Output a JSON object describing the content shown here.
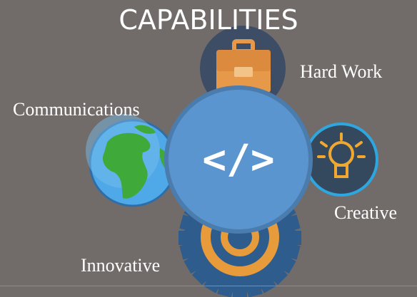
{
  "title": "CAPABILITIES",
  "labels": {
    "hard_work": "Hard Work",
    "communications": "Communications",
    "creative": "Creative",
    "innovative": "Innovative"
  },
  "center_symbol": "</>",
  "icons": {
    "hard_work": "briefcase-icon",
    "communications": "globe-icon",
    "creative": "lightbulb-icon",
    "innovative": "gear-icon",
    "center": "code-icon"
  },
  "colors": {
    "background": "#716c6a",
    "center_circle": "#5b95cf",
    "center_ring": "#4a7cae",
    "gear": "#2e5c8c",
    "gear_accent": "#e79b3a",
    "briefcase_bg": "#3e4d66",
    "briefcase": "#e7994a",
    "globe_ocean": "#4fa8e8",
    "globe_land": "#3fa93a",
    "bulb_bg": "#34495e",
    "bulb": "#f0a830",
    "bulb_ring": "#2ea7e0"
  }
}
